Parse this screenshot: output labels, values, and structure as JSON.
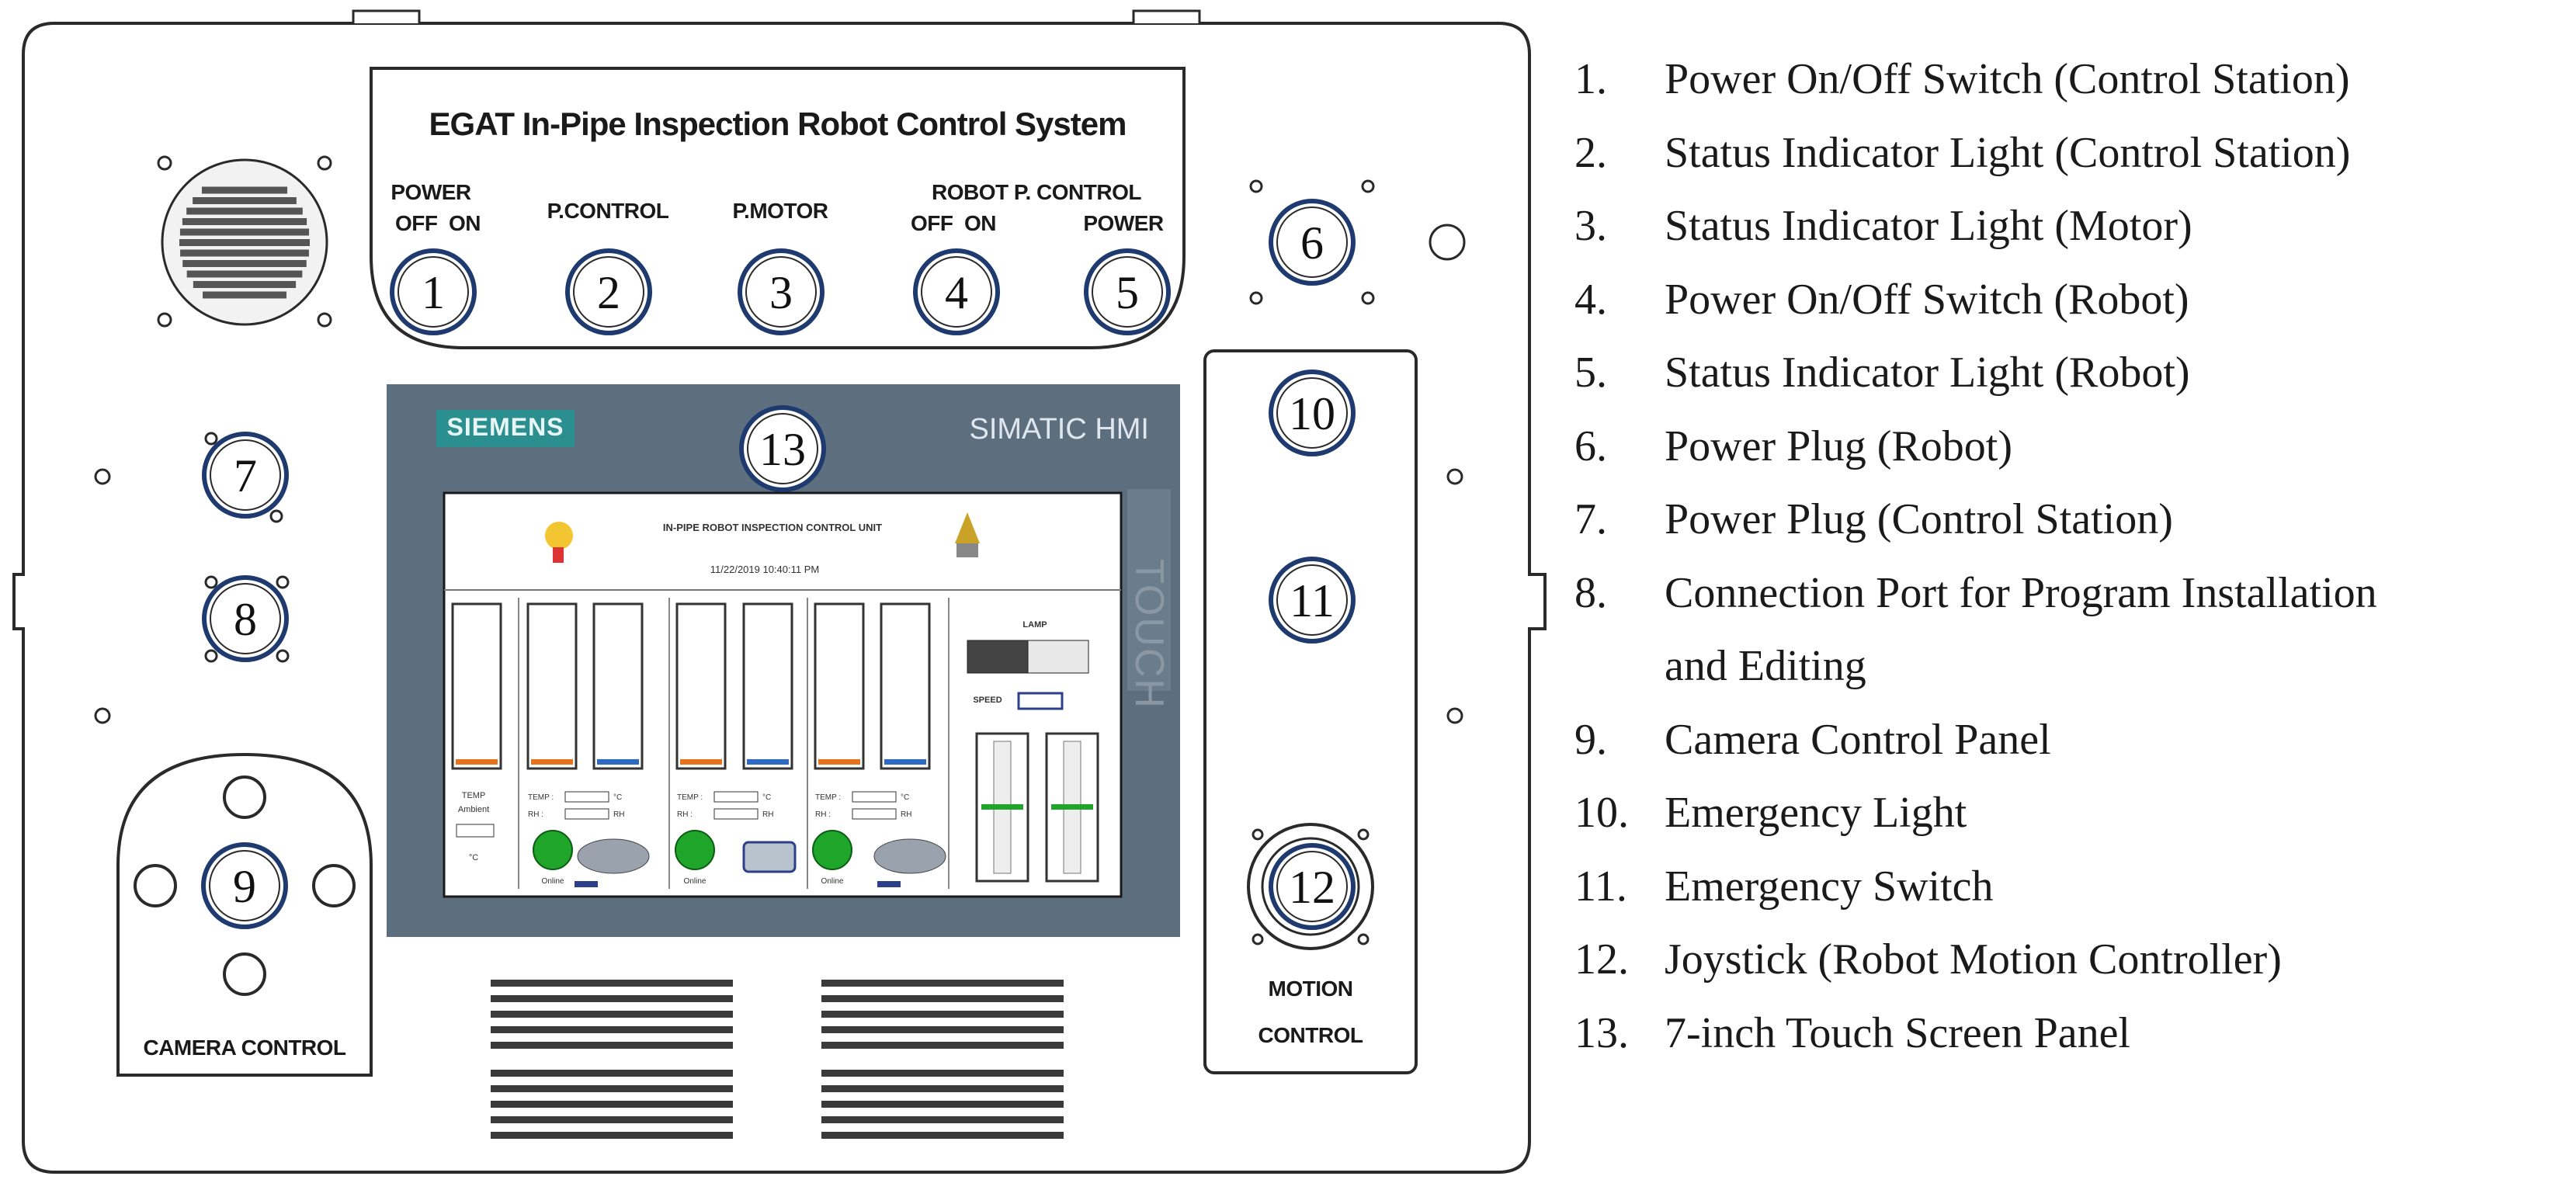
{
  "panel": {
    "title": "EGAT In-Pipe Inspection Robot Control System",
    "labels": {
      "power_top": "POWER",
      "power_switch": "OFF  ON",
      "p_control": "P.CONTROL",
      "p_motor": "P.MOTOR",
      "robot_p_control": "ROBOT P. CONTROL",
      "robot_switch": "OFF  ON",
      "robot_power": "POWER",
      "motion": "MOTION",
      "control": "CONTROL",
      "camera_control": "CAMERA CONTROL"
    },
    "hmi": {
      "brand": "SIEMENS",
      "model": "SIMATIC HMI",
      "touch": "TOUCH",
      "screen_title": "IN-PIPE ROBOT INSPECTION CONTROL UNIT",
      "datetime": "11/22/2019 10:40:11 PM",
      "lamp_label": "LAMP",
      "speed_label": "SPEED",
      "temp_ambient_label": "TEMP Ambient",
      "temp_label": "TEMP :",
      "rh_label": "RH :",
      "temp_unit": "°C",
      "rh_unit": "RH",
      "status_labels": [
        "Online",
        "Online",
        "Online"
      ]
    },
    "callouts": [
      "1",
      "2",
      "3",
      "4",
      "5",
      "6",
      "7",
      "8",
      "9",
      "10",
      "11",
      "12",
      "13"
    ]
  },
  "legend": [
    {
      "num": "1.",
      "text": "Power On/Off Switch (Control Station)"
    },
    {
      "num": "2.",
      "text": "Status Indicator Light (Control Station)"
    },
    {
      "num": "3.",
      "text": "Status Indicator Light (Motor)"
    },
    {
      "num": "4.",
      "text": "Power On/Off Switch (Robot)"
    },
    {
      "num": "5.",
      "text": "Status Indicator Light (Robot)"
    },
    {
      "num": "6.",
      "text": "Power Plug (Robot)"
    },
    {
      "num": "7.",
      "text": "Power Plug (Control Station)"
    },
    {
      "num": "8.",
      "text": "Connection Port for Program Installation",
      "cont": "and Editing"
    },
    {
      "num": "9.",
      "text": "Camera Control Panel"
    },
    {
      "num": "10.",
      "text": "Emergency Light"
    },
    {
      "num": "11.",
      "text": "Emergency Switch"
    },
    {
      "num": "12.",
      "text": "Joystick (Robot Motion Controller)"
    },
    {
      "num": "13.",
      "text": "7-inch Touch Screen Panel"
    }
  ],
  "colors": {
    "outline": "#2a2a2a",
    "callout_ring": "#1f3a6e",
    "hmi_bezel": "#5d6e7f",
    "siemens_teal": "#009999",
    "status_green": "#1fa52a",
    "bar_orange": "#e8731d",
    "bar_blue": "#2f6ac2"
  }
}
